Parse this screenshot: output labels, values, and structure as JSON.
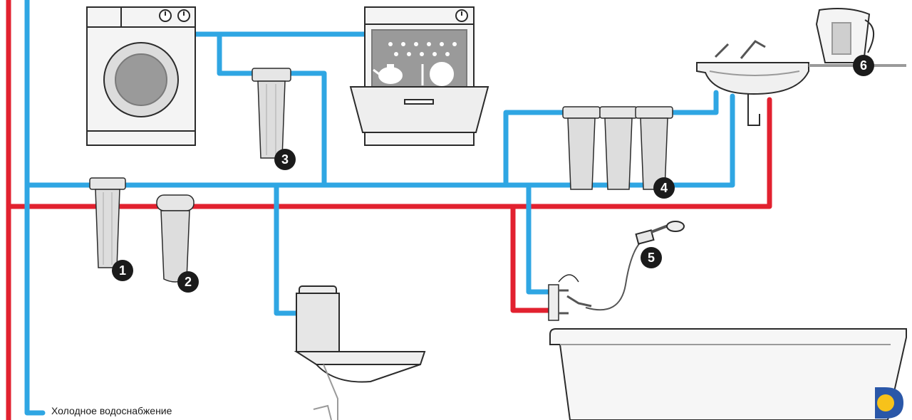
{
  "colors": {
    "cold_pipe": "#2fa6e3",
    "hot_pipe": "#e2212f",
    "appliance_fill": "#f2f2f2",
    "appliance_stroke": "#2b2b2b",
    "badge": "#1b1b1b",
    "logo_blue": "#2a57a8",
    "logo_yellow": "#f7c21a"
  },
  "legend": {
    "cold_water": "Холодное водоснабжение"
  },
  "markers": [
    {
      "number": "1",
      "icon": "single-housing-filter"
    },
    {
      "number": "2",
      "icon": "cartridge-filter"
    },
    {
      "number": "3",
      "icon": "dishwasher-filter"
    },
    {
      "number": "4",
      "icon": "three-stage-filter"
    },
    {
      "number": "5",
      "icon": "shower-filter"
    },
    {
      "number": "6",
      "icon": "pitcher-filter"
    }
  ],
  "appliances": [
    "washing-machine",
    "dishwasher",
    "sink",
    "toilet",
    "bathtub"
  ]
}
